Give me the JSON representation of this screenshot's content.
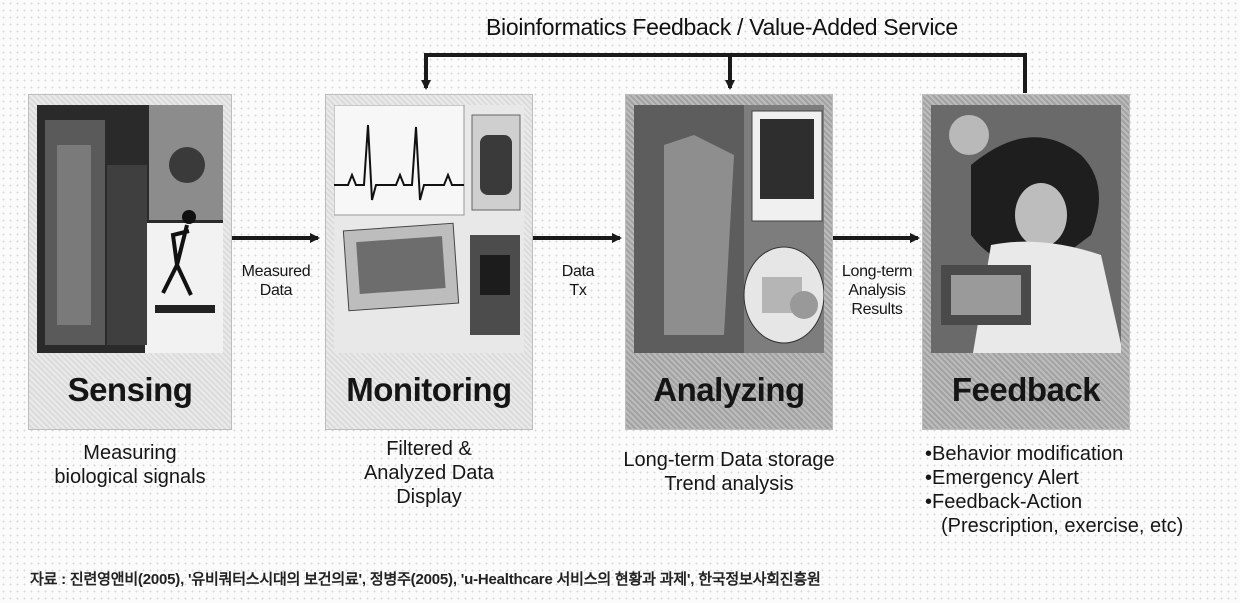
{
  "feedback_loop": {
    "label": "Bioinformatics Feedback / Value-Added Service"
  },
  "stages": [
    {
      "title": "Sensing",
      "caption": [
        "Measuring",
        "biological signals"
      ]
    },
    {
      "title": "Monitoring",
      "caption": [
        "Filtered &",
        "Analyzed  Data",
        "Display"
      ]
    },
    {
      "title": "Analyzing",
      "caption": [
        "Long-term Data storage",
        "Trend analysis"
      ]
    },
    {
      "title": "Feedback",
      "bullets": [
        "Behavior modification",
        "Emergency Alert",
        "Feedback-Action"
      ],
      "bullet_sub": "(Prescription, exercise, etc)"
    }
  ],
  "arrows": [
    {
      "label": [
        "Measured",
        "Data"
      ]
    },
    {
      "label": [
        "Data",
        "Tx"
      ]
    },
    {
      "label": [
        "Long-term",
        "Analysis",
        "Results"
      ]
    }
  ],
  "source_note": "자료 : 진련영앤비(2005), '유비쿼터스시대의 보건의료', 정병주(2005), 'u-Healthcare 서비스의 현황과 과제', 한국정보사회진흥원",
  "colors": {
    "arrow": "#1a1a1a",
    "panel_light": "#e4e4e4",
    "panel_dark": "#a9a9a9"
  }
}
